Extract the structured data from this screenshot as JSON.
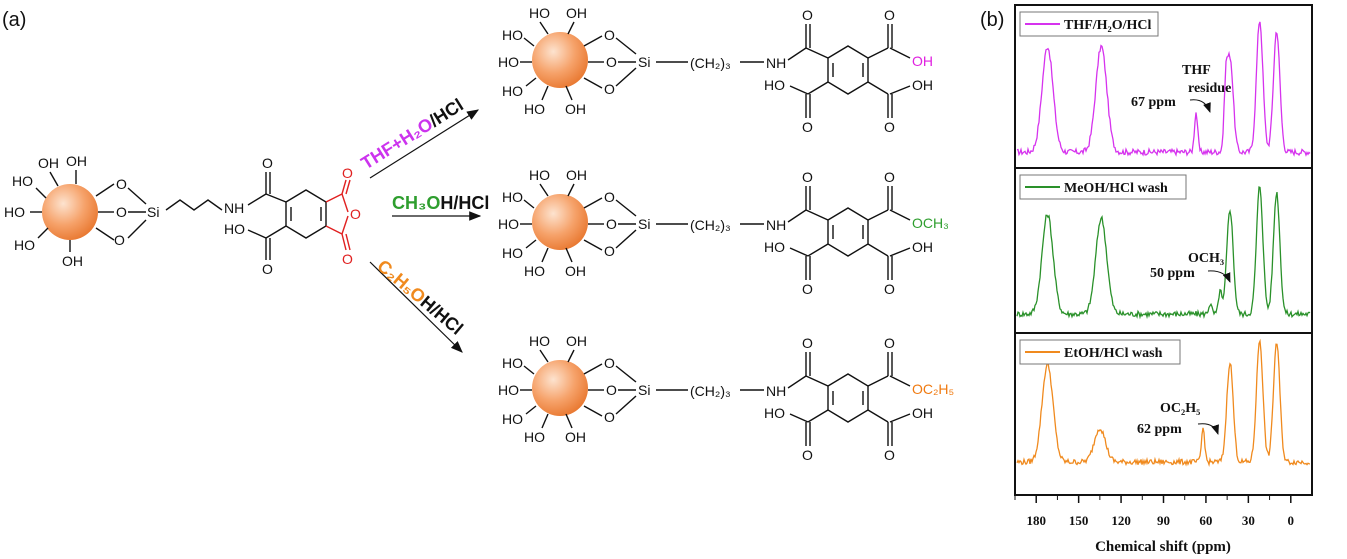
{
  "panel_a": {
    "letter": "(a)",
    "reactions": [
      {
        "solvent": "THF+H₂O",
        "acid": "/HCl",
        "color": "#cc33ee"
      },
      {
        "solvent": "CH₃O",
        "acid": "H/HCl",
        "color": "#2e9e2e"
      },
      {
        "solvent": "C₂H₅O",
        "acid": "H/HCl",
        "color": "#f08a1e"
      }
    ],
    "labels": {
      "oh": "OH",
      "ho": "HO",
      "o": "O",
      "si": "Si",
      "nh": "NH",
      "hn": "N",
      "h": "H",
      "chain": "(CH₂)₃",
      "hoc": "HO"
    },
    "product_groups": [
      {
        "text": "OH",
        "color": "#e020e0"
      },
      {
        "text": "OCH₃",
        "color": "#2e9e2e"
      },
      {
        "text": "OC₂H₅",
        "color": "#f07a10"
      }
    ]
  },
  "panel_b": {
    "letter": "(b)",
    "xlabel": "Chemical shift (ppm)",
    "spectra": [
      {
        "legend": "THF/H₂O/HCl",
        "color": "#d633ee",
        "annotations": [
          "THF",
          "residue",
          "67 ppm"
        ]
      },
      {
        "legend": "MeOH/HCl wash",
        "color": "#2a912a",
        "annotations": [
          "OCH₃",
          "50 ppm"
        ]
      },
      {
        "legend": "EtOH/HCl wash",
        "color": "#f08a1e",
        "annotations": [
          "OC₂H₅",
          "62 ppm"
        ]
      }
    ]
  },
  "chart_data": {
    "type": "line",
    "xlabel": "Chemical shift (ppm)",
    "xlim": [
      195,
      -15
    ],
    "xticks": [
      180,
      150,
      120,
      90,
      60,
      30,
      0
    ],
    "series": [
      {
        "name": "THF/H₂O/HCl",
        "peaks": [
          {
            "x": 172,
            "h": 0.8
          },
          {
            "x": 134,
            "h": 0.8
          },
          {
            "x": 67,
            "h": 0.3
          },
          {
            "x": 46,
            "h": 0.35
          },
          {
            "x": 43,
            "h": 0.72
          },
          {
            "x": 22,
            "h": 1.0
          },
          {
            "x": 10,
            "h": 0.92
          }
        ]
      },
      {
        "name": "MeOH/HCl wash",
        "peaks": [
          {
            "x": 172,
            "h": 0.78
          },
          {
            "x": 134,
            "h": 0.75
          },
          {
            "x": 57,
            "h": 0.08
          },
          {
            "x": 50,
            "h": 0.18
          },
          {
            "x": 43,
            "h": 0.82
          },
          {
            "x": 22,
            "h": 1.0
          },
          {
            "x": 10,
            "h": 0.95
          }
        ]
      },
      {
        "name": "EtOH/HCl wash",
        "peaks": [
          {
            "x": 172,
            "h": 0.8
          },
          {
            "x": 135,
            "h": 0.28
          },
          {
            "x": 62,
            "h": 0.28
          },
          {
            "x": 43,
            "h": 0.82
          },
          {
            "x": 22,
            "h": 1.0
          },
          {
            "x": 10,
            "h": 0.98
          }
        ]
      }
    ]
  }
}
